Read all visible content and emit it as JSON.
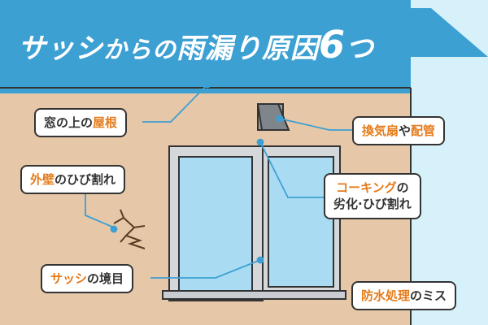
{
  "title": {
    "part1": "サッシ",
    "part2": "からの",
    "part3": "雨漏り",
    "part4": "原因",
    "number": "6",
    "suffix": "つ"
  },
  "labels": {
    "roof": {
      "pre": "窓の上の",
      "accent": "屋根"
    },
    "crack": {
      "accent": "外壁",
      "post": "のひび割れ"
    },
    "vent": {
      "accent": "換気扇",
      "mid": "や",
      "accent2": "配管"
    },
    "caulk": {
      "accent": "コーキング",
      "post": "の",
      "line2": "劣化·ひび割れ"
    },
    "border": {
      "accent": "サッシ",
      "post": "の境目"
    },
    "water": {
      "accent": "防水処理",
      "post": "のミス"
    }
  },
  "colors": {
    "title_bg": "#3da0d3",
    "title_text": "#ffffff",
    "accent_text": "#e57b1a",
    "wall": "#e6c7a8",
    "side_wall": "#d7f1fb",
    "frame": "#bfc3c7",
    "glass": "#a9dcf3",
    "leader": "#3da0d3"
  }
}
